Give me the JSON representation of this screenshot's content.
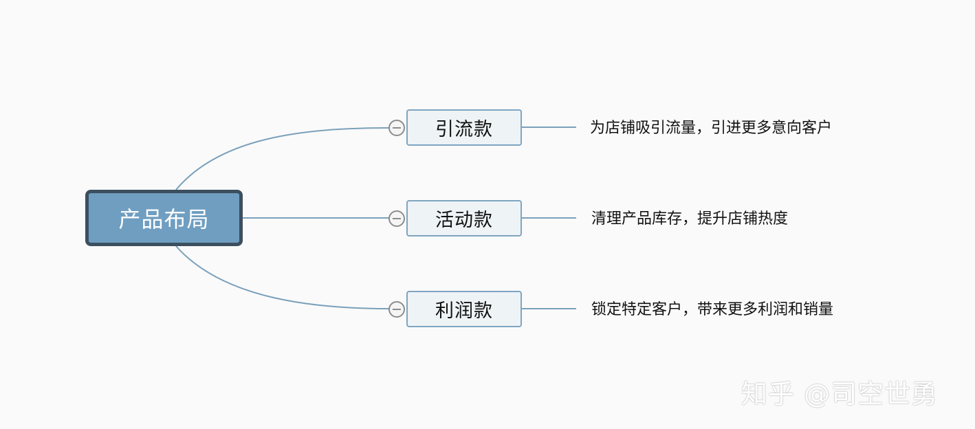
{
  "diagram": {
    "root": {
      "label": "产品布局"
    },
    "branches": [
      {
        "label": "引流款",
        "description": "为店铺吸引流量，引进更多意向客户"
      },
      {
        "label": "活动款",
        "description": "清理产品库存，提升店铺热度"
      },
      {
        "label": "利润款",
        "description": "锁定特定客户，带来更多利润和销量"
      }
    ],
    "collapse_icon": "minus-circle-icon",
    "colors": {
      "background": "#fafafa",
      "root_fill": "#6f9ec1",
      "root_border": "#3c4f5f",
      "branch_fill": "#eef3f6",
      "branch_border": "#7ea5c1",
      "connector": "#7aa0ba"
    }
  },
  "watermark": {
    "text": "知乎 @司空世勇"
  }
}
